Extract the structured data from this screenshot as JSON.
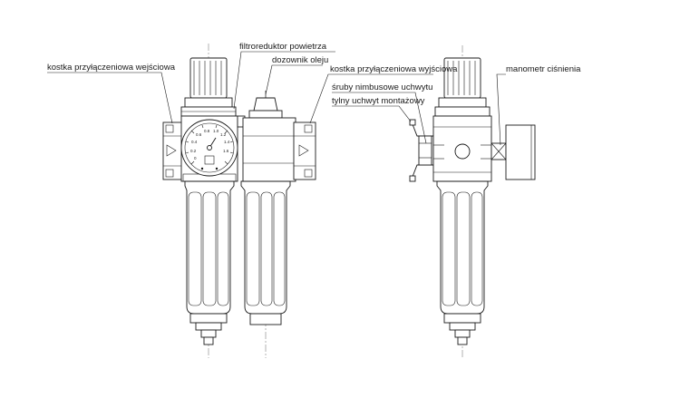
{
  "diagram": {
    "labels": {
      "inlet_block": "kostka przyłączeniowa wejściowa",
      "filter_regulator": "filtroreduktor powietrza",
      "lubricator": "dozownik oleju",
      "outlet_block": "kostka przyłączeniowa wyjściowa",
      "pressure_gauge": "manometr ciśnienia",
      "bracket_screws": "śruby nimbusowe uchwytu",
      "rear_bracket": "tylny uchwyt montażowy"
    },
    "gauge_scale": [
      "0",
      "0.2",
      "0.4",
      "0.6",
      "0.8",
      "1.0",
      "1.2",
      "1.4",
      "1.6"
    ]
  }
}
